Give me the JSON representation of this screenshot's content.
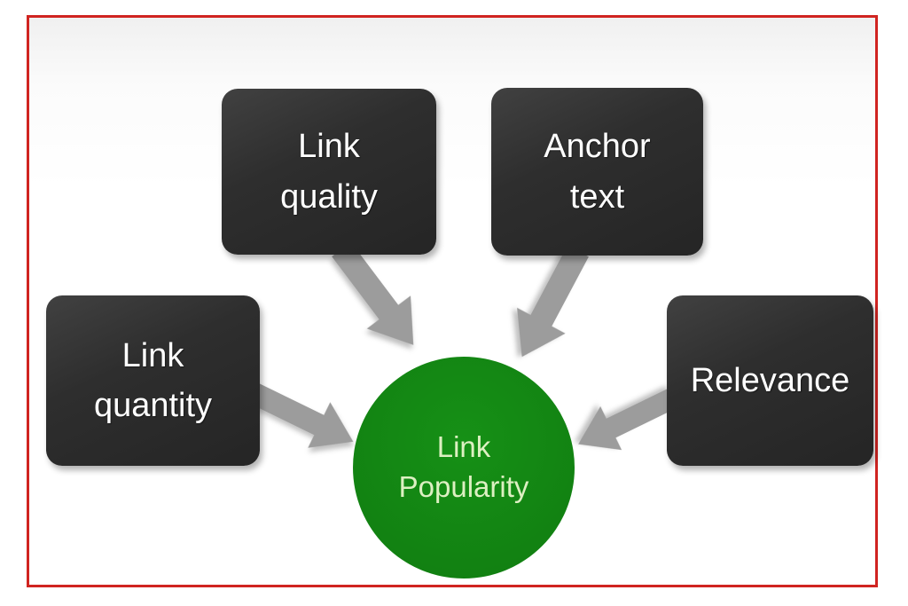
{
  "diagram": {
    "type": "converging-factors",
    "center_circle": {
      "line1": "Link",
      "line2": "Popularity"
    },
    "boxes": [
      {
        "id": "link-quality",
        "line1": "Link",
        "line2": "quality"
      },
      {
        "id": "anchor-text",
        "line1": "Anchor",
        "line2": "text"
      },
      {
        "id": "link-quantity",
        "line1": "Link",
        "line2": "quantity"
      },
      {
        "id": "relevance",
        "line1": "Relevance"
      }
    ],
    "arrows": [
      {
        "from": "link-quality",
        "to": "link-popularity"
      },
      {
        "from": "anchor-text",
        "to": "link-popularity"
      },
      {
        "from": "link-quantity",
        "to": "link-popularity"
      },
      {
        "from": "relevance",
        "to": "link-popularity"
      }
    ],
    "colors": {
      "frame_border": "#d02421",
      "box_background": "#2e2e2e",
      "box_text": "#ffffff",
      "circle_background": "#128212",
      "circle_text": "#ddf0c2",
      "arrow_fill": "#9c9c9c",
      "page_background": "#ffffff"
    }
  }
}
